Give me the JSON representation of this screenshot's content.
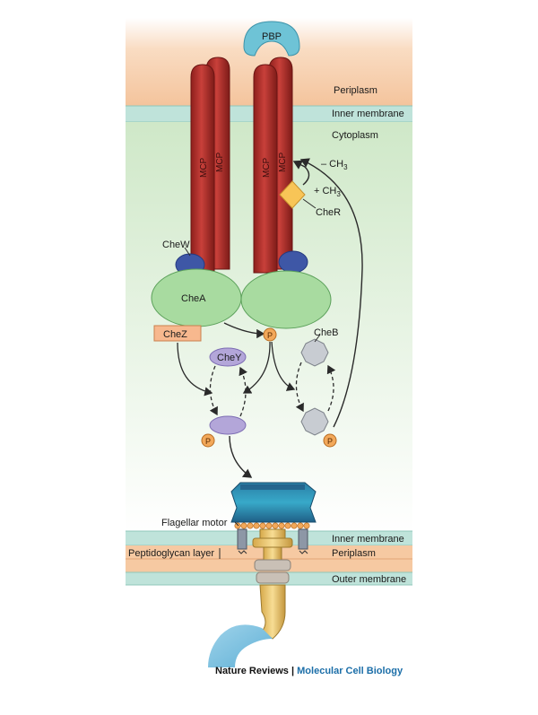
{
  "labels": {
    "pbp": "PBP",
    "periplasm_top": "Periplasm",
    "inner_membrane_top": "Inner membrane",
    "cytoplasm": "Cytoplasm",
    "mcp": "MCP",
    "minus_ch3": "– CH",
    "plus_ch3": "+ CH",
    "subscript_3": "3",
    "cher": "CheR",
    "chew": "CheW",
    "chea": "CheA",
    "chez": "CheZ",
    "phospho": "P",
    "chey": "CheY",
    "cheb": "CheB",
    "flagellar_motor": "Flagellar motor",
    "inner_membrane_bottom": "Inner membrane",
    "peptidoglycan_layer": "Peptidoglycan layer",
    "periplasm_bottom": "Periplasm",
    "outer_membrane": "Outer membrane"
  },
  "footer": {
    "journal": "Nature Reviews",
    "separator": "|",
    "subtitle": "Molecular Cell Biology"
  },
  "colors": {
    "periplasm": "#f6c9a2",
    "membrane": "#bfe3da",
    "cytoplasm": "#d5ecd0",
    "mcp": "#b5332f",
    "chea": "#a8dba0",
    "chew": "#3e57a6",
    "chez": "#f7b88e",
    "chey": "#b3a6d9",
    "cheb": "#c8ccd2",
    "cher": "#f8c557",
    "pbp": "#6ec3d6",
    "phosphate": "#f2a85a"
  }
}
